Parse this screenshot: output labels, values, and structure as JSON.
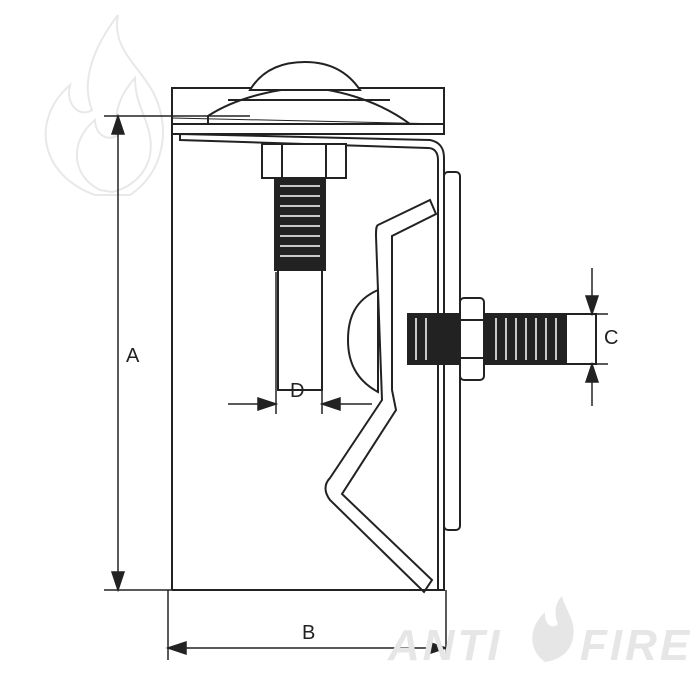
{
  "dimensions": {
    "a_label": "A",
    "b_label": "B",
    "c_label": "C",
    "d_label": "D"
  },
  "brand": {
    "word1": "ANTI",
    "word2": "FIRE"
  },
  "colors": {
    "line": "#222222",
    "watermark": "#e6e6e6"
  },
  "icons": {
    "watermark_logo": "flame-icon"
  }
}
